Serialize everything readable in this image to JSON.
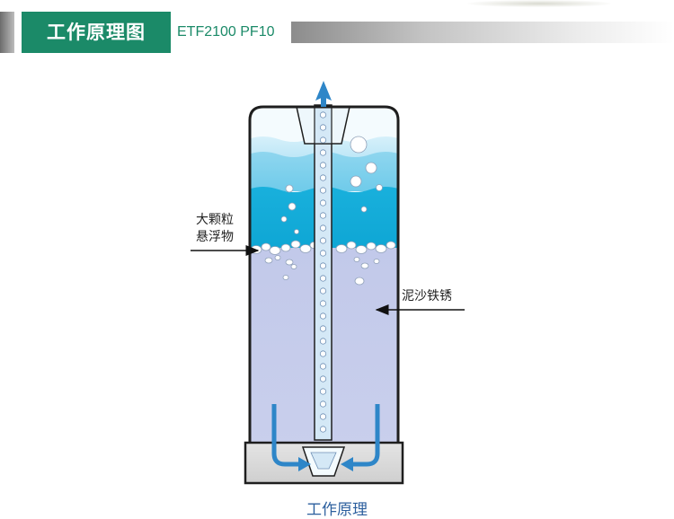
{
  "header": {
    "title": "工作原理图",
    "model": "ETF2100 PF10"
  },
  "labels": {
    "large_particles_line1": "大颗粒",
    "large_particles_line2": "悬浮物",
    "mud_rust": "泥沙铁锈"
  },
  "caption": "工作原理",
  "colors": {
    "brand_green": "#1b8a68",
    "water_blue": "#11a7d6",
    "sediment_lavender": "#c6cceb",
    "arrow_blue": "#2e86c8",
    "caption_blue": "#2c5f9e"
  },
  "icons": [
    "flow-up-arrow-icon",
    "flow-in-arrow-left-icon",
    "flow-in-arrow-right-icon",
    "pointer-arrow-icon"
  ]
}
